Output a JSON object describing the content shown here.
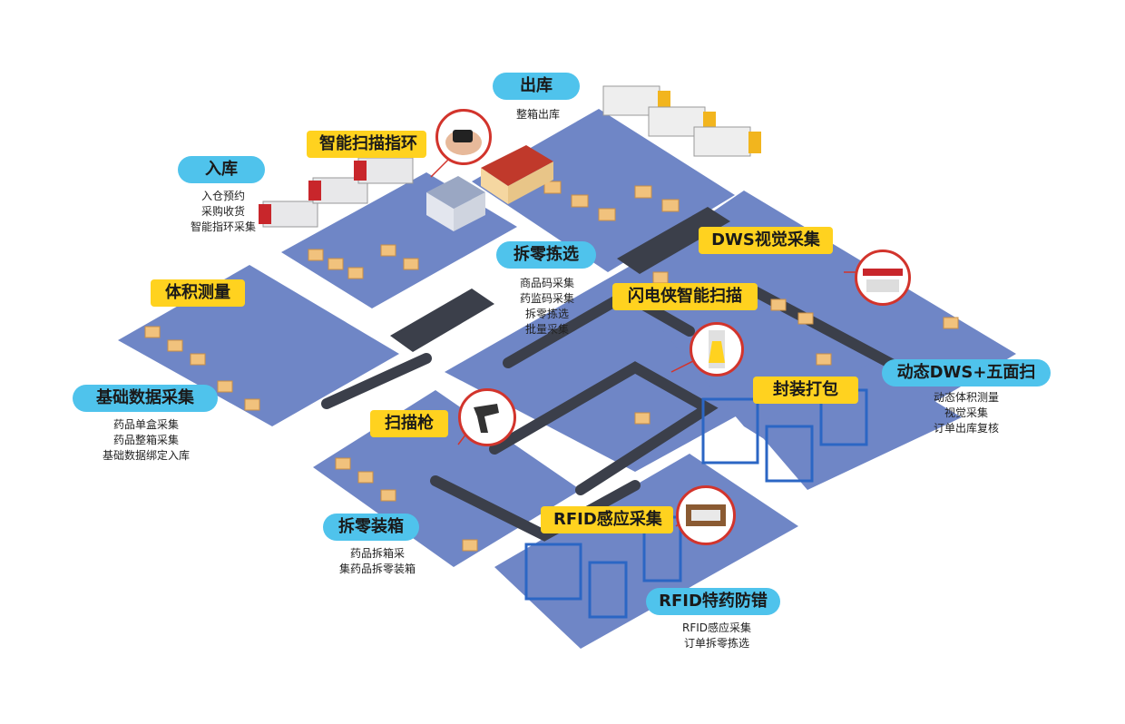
{
  "stations": {
    "inbound": {
      "title": "入库",
      "items": [
        "入仓预约",
        "采购收货",
        "智能指环采集"
      ]
    },
    "outbound": {
      "title": "出库",
      "items": [
        "整箱出库"
      ]
    },
    "ring_scan": {
      "title": "智能扫描指环"
    },
    "piece_pick": {
      "title": "拆零拣选",
      "items": [
        "商品码采集",
        "药监码采集",
        "拆零拣选",
        "批量采集"
      ]
    },
    "volume": {
      "title": "体积测量"
    },
    "basic_data": {
      "title": "基础数据采集",
      "items": [
        "药品单盒采集",
        "药品整箱采集",
        "基础数据绑定入库"
      ]
    },
    "dws_vision": {
      "title": "DWS视觉采集"
    },
    "flash_scan": {
      "title": "闪电侠智能扫描"
    },
    "dynamic_dws": {
      "title": "动态DWS+五面扫",
      "items": [
        "动态体积测量",
        "视觉采集",
        "订单出库复核"
      ]
    },
    "seal_pack": {
      "title": "封装打包"
    },
    "scan_gun": {
      "title": "扫描枪"
    },
    "piece_box": {
      "title": "拆零装箱",
      "items": [
        "药品拆箱采",
        "集药品拆零装箱"
      ]
    },
    "rfid_sense": {
      "title": "RFID感应采集"
    },
    "rfid_drug": {
      "title": "RFID特药防错",
      "items": [
        "RFID感应采集",
        "订单拆零拣选"
      ]
    }
  },
  "colors": {
    "floor": "#6f86c6",
    "floor_edge": "#5a70b3",
    "label_blue": "#4fc3ec",
    "label_yellow": "#ffd21f",
    "box": "#f1c27d",
    "conveyor": "#3b3f4a",
    "shelf": "#2b66c4",
    "truck_cab": "#c8262b",
    "truck_cab_yellow": "#f2b51e"
  }
}
